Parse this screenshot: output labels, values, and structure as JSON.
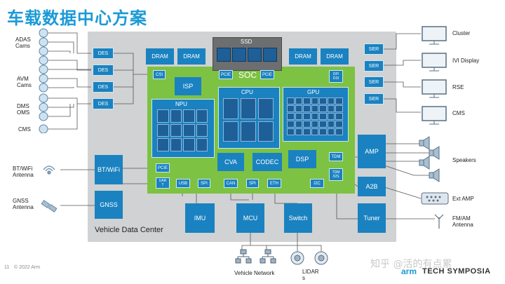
{
  "title": "车载数据中心方案",
  "panel_label": "Vehicle Data Center",
  "soc": {
    "label": "SOC",
    "cpu": "CPU",
    "gpu": "GPU",
    "npu": "NPU",
    "isp": "ISP",
    "cva": "CVA",
    "codec": "CODEC",
    "dsp": "DSP",
    "ports": {
      "csi": "CSI",
      "pcie_left": "PCIE",
      "pcie_right": "PCIE",
      "dp_dsi": "DP/\nDSI",
      "pcie_bt": "PCIE",
      "uart": "UAR\nT",
      "usb": "USB",
      "spi1": "SPI",
      "can": "CAN",
      "spi2": "SPI",
      "eth": "ETH",
      "i2c": "I2C",
      "tdm": "TDM",
      "tdm_i2s": "TDM\n/I2S"
    }
  },
  "memory": {
    "ssd": "SSD",
    "dram": [
      "DRAM",
      "DRAM",
      "DRAM",
      "DRAM"
    ]
  },
  "des": [
    "DES",
    "DES",
    "DES",
    "DES"
  ],
  "ser": [
    "SER",
    "SER",
    "SER",
    "SER"
  ],
  "modules": {
    "bt_wifi": "BT/WiFi",
    "gnss": "GNSS",
    "imu": "IMU",
    "mcu": "MCU",
    "switch": "Switch",
    "amp": "AMP",
    "a2b": "A2B",
    "tuner": "Tuner"
  },
  "left_labels": {
    "adas": "ADAS\nCams",
    "avm": "AVM\nCams",
    "dms": "DMS\nOMS",
    "cms": "CMS",
    "bt_antenna": "BT/WiFi\nAntenna",
    "gnss_antenna": "GNSS\nAntenna"
  },
  "right_labels": {
    "cluster": "Cluster",
    "ivi": "IVI Display",
    "rse": "RSE",
    "cms": "CMS",
    "speakers": "Speakers",
    "ext_amp": "Ext AMP",
    "fm_am": "FM/AM\nAntenna"
  },
  "bottom_labels": {
    "vehicle_network": "Vehicle Network",
    "lidars": "LIDAR\ns"
  },
  "footer": {
    "page": "11",
    "copyright": "© 2022 Arm",
    "watermark": "知乎 @活的有点累",
    "brand": "TECH SYMPOSIA"
  },
  "colors": {
    "title": "#1a9ad6",
    "block": "#1a82c0",
    "soc_green": "#7dc242",
    "panel": "#d0d2d3",
    "line": "#555555"
  }
}
